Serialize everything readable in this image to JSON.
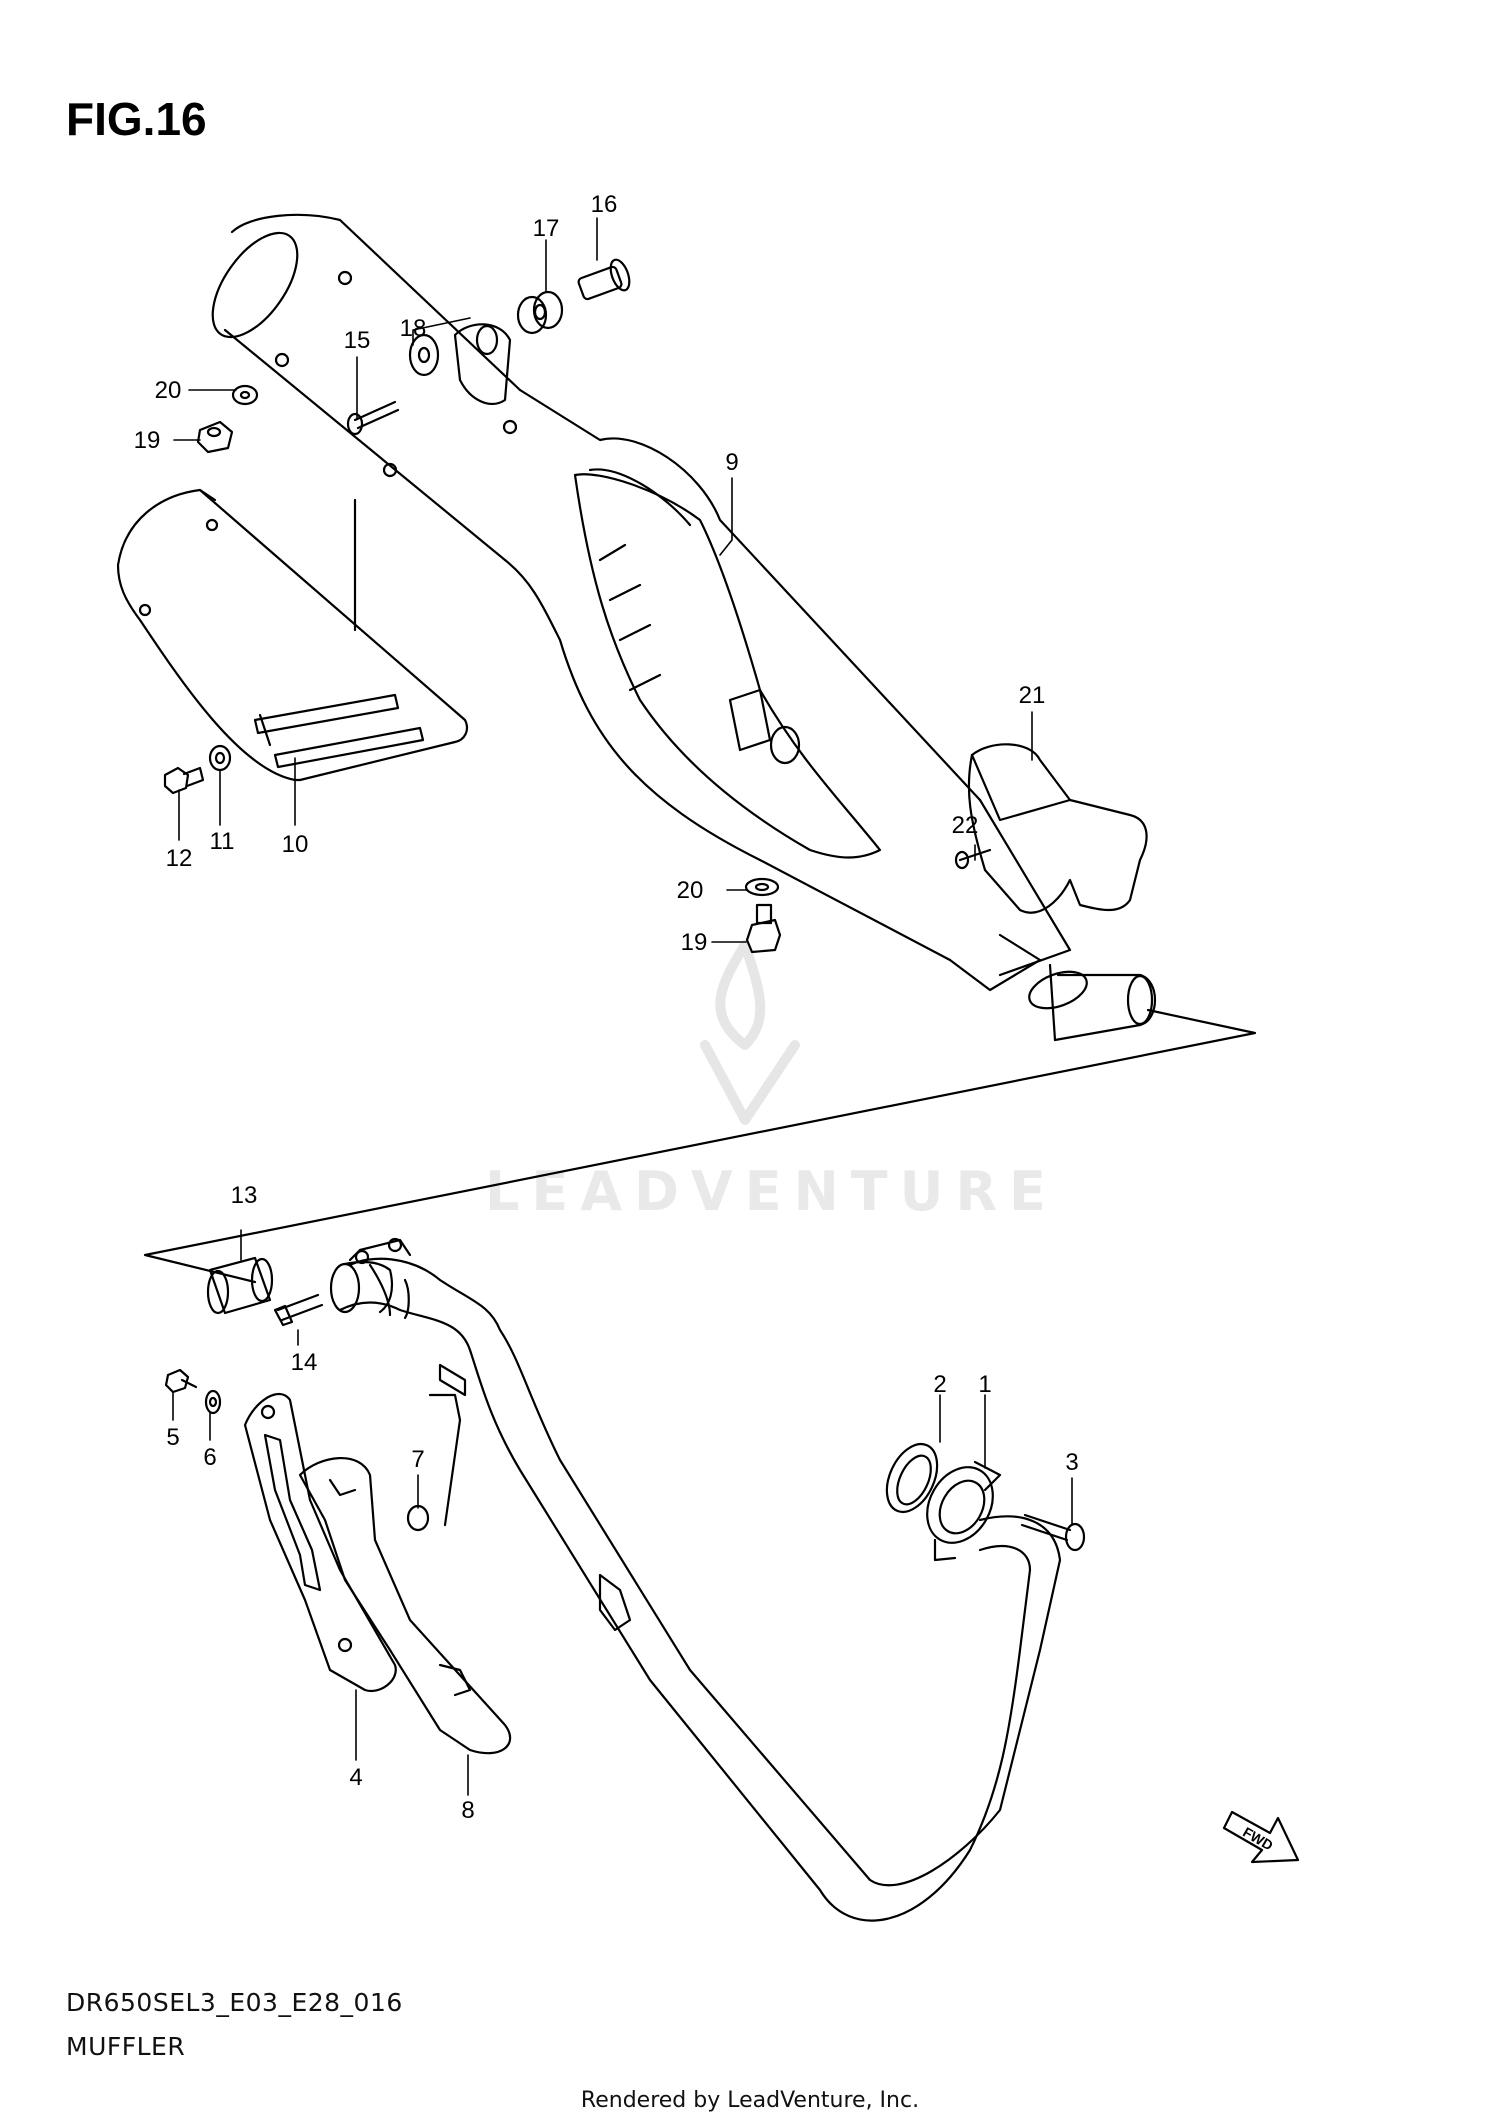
{
  "figure": {
    "title": "FIG.16",
    "code": "DR650SEL3_E03_E28_016",
    "subtitle": "MUFFLER",
    "footer": "Rendered by LeadVenture, Inc.",
    "watermark": "LEADVENTURE",
    "fwd_label": "FWD"
  },
  "callouts": [
    {
      "id": "c1",
      "text": "1"
    },
    {
      "id": "c2",
      "text": "2"
    },
    {
      "id": "c3",
      "text": "3"
    },
    {
      "id": "c4",
      "text": "4"
    },
    {
      "id": "c5",
      "text": "5"
    },
    {
      "id": "c6",
      "text": "6"
    },
    {
      "id": "c7",
      "text": "7"
    },
    {
      "id": "c8",
      "text": "8"
    },
    {
      "id": "c9",
      "text": "9"
    },
    {
      "id": "c10",
      "text": "10"
    },
    {
      "id": "c11",
      "text": "11"
    },
    {
      "id": "c12",
      "text": "12"
    },
    {
      "id": "c13",
      "text": "13"
    },
    {
      "id": "c14",
      "text": "14"
    },
    {
      "id": "c15",
      "text": "15"
    },
    {
      "id": "c16",
      "text": "16"
    },
    {
      "id": "c17",
      "text": "17"
    },
    {
      "id": "c18",
      "text": "18"
    },
    {
      "id": "c19a",
      "text": "19"
    },
    {
      "id": "c19b",
      "text": "19"
    },
    {
      "id": "c20a",
      "text": "20"
    },
    {
      "id": "c20b",
      "text": "20"
    },
    {
      "id": "c21",
      "text": "21"
    },
    {
      "id": "c22",
      "text": "22"
    }
  ]
}
